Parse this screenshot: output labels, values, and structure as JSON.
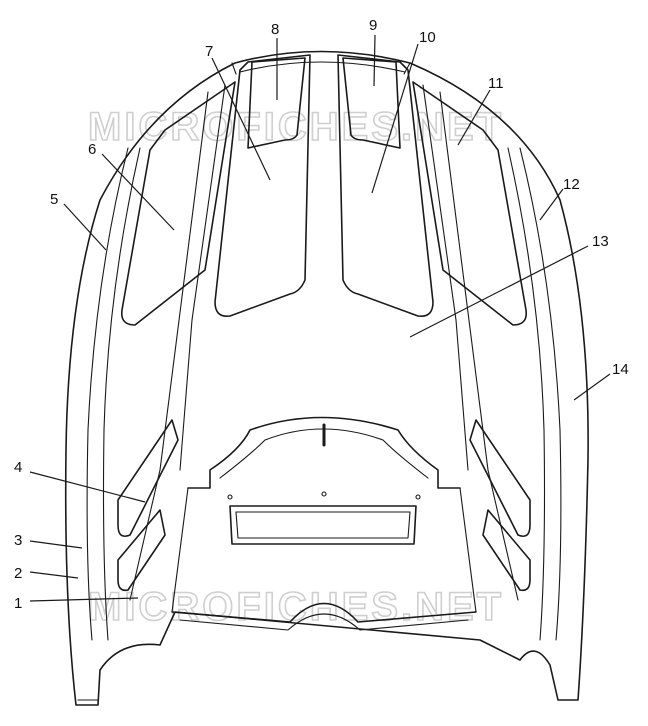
{
  "watermark": "MICROFICHES.NET",
  "callouts": [
    {
      "id": "1",
      "label": "1"
    },
    {
      "id": "2",
      "label": "2"
    },
    {
      "id": "3",
      "label": "3"
    },
    {
      "id": "4",
      "label": "4"
    },
    {
      "id": "5",
      "label": "5"
    },
    {
      "id": "6",
      "label": "6"
    },
    {
      "id": "7",
      "label": "7"
    },
    {
      "id": "8",
      "label": "8"
    },
    {
      "id": "9",
      "label": "9"
    },
    {
      "id": "10",
      "label": "10"
    },
    {
      "id": "11",
      "label": "11"
    },
    {
      "id": "12",
      "label": "12"
    },
    {
      "id": "13",
      "label": "13"
    },
    {
      "id": "14",
      "label": "14"
    }
  ]
}
